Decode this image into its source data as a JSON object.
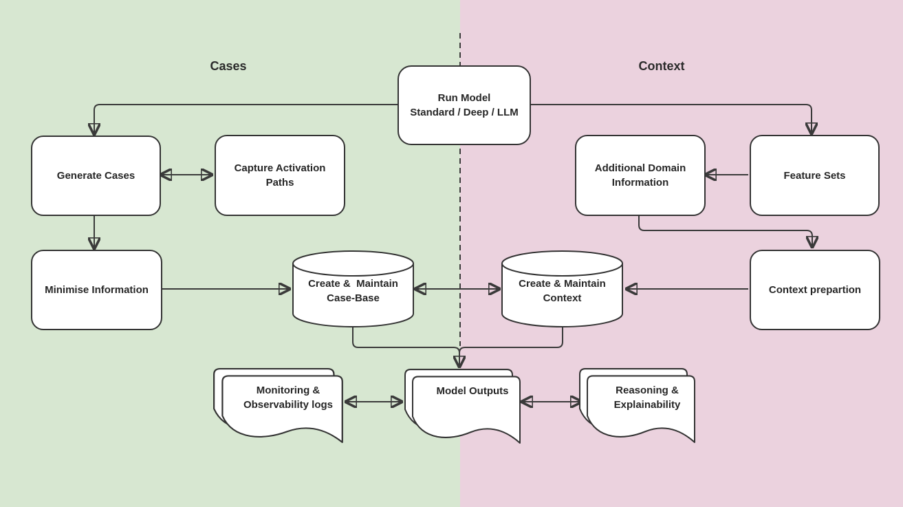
{
  "sections": {
    "cases": {
      "title": "Cases"
    },
    "context": {
      "title": "Context"
    }
  },
  "nodes": {
    "run_model": {
      "shape": "rounded-box",
      "lines": [
        "Run Model",
        "Standard / Deep / LLM"
      ]
    },
    "generate_cases": {
      "shape": "rounded-box",
      "lines": [
        "Generate Cases"
      ]
    },
    "capture_activation": {
      "shape": "rounded-box",
      "lines": [
        "Capture Activation",
        "Paths"
      ]
    },
    "additional_domain": {
      "shape": "rounded-box",
      "lines": [
        "Additional Domain",
        "Information"
      ]
    },
    "feature_sets": {
      "shape": "rounded-box",
      "lines": [
        "Feature Sets"
      ]
    },
    "minimise_information": {
      "shape": "rounded-box",
      "lines": [
        "Minimise Information"
      ]
    },
    "context_preparation": {
      "shape": "rounded-box",
      "lines": [
        "Context prepartion"
      ]
    },
    "case_base": {
      "shape": "database-cylinder",
      "lines": [
        "Create &  Maintain",
        "Case-Base"
      ]
    },
    "context_store": {
      "shape": "database-cylinder",
      "lines": [
        "Create & Maintain",
        "Context"
      ]
    },
    "monitoring": {
      "shape": "stacked-documents",
      "lines": [
        "Monitoring &",
        "Observability logs"
      ]
    },
    "model_outputs": {
      "shape": "stacked-documents",
      "lines": [
        "Model Outputs"
      ]
    },
    "reasoning": {
      "shape": "stacked-documents",
      "lines": [
        "Reasoning &",
        "Explainability"
      ]
    }
  },
  "edges": [
    {
      "from": "run_model",
      "to": "generate_cases",
      "type": "arrow"
    },
    {
      "from": "run_model",
      "to": "feature_sets",
      "type": "arrow"
    },
    {
      "from": "generate_cases",
      "to": "capture_activation",
      "type": "double-arrow"
    },
    {
      "from": "feature_sets",
      "to": "additional_domain",
      "type": "arrow"
    },
    {
      "from": "generate_cases",
      "to": "minimise_information",
      "type": "arrow"
    },
    {
      "from": "additional_domain",
      "to": "context_preparation",
      "type": "arrow"
    },
    {
      "from": "minimise_information",
      "to": "case_base",
      "type": "arrow"
    },
    {
      "from": "case_base",
      "to": "context_store",
      "type": "double-arrow"
    },
    {
      "from": "context_preparation",
      "to": "context_store",
      "type": "arrow"
    },
    {
      "from": "case_base",
      "to": "model_outputs",
      "type": "arrow-merged"
    },
    {
      "from": "context_store",
      "to": "model_outputs",
      "type": "arrow-merged"
    },
    {
      "from": "monitoring",
      "to": "model_outputs",
      "type": "double-arrow"
    },
    {
      "from": "model_outputs",
      "to": "reasoning",
      "type": "double-arrow"
    }
  ],
  "colors": {
    "cases_background": "#d7e7d1",
    "context_background": "#ebd2de",
    "node_fill": "#ffffff",
    "stroke": "#333333",
    "text": "#262626"
  }
}
